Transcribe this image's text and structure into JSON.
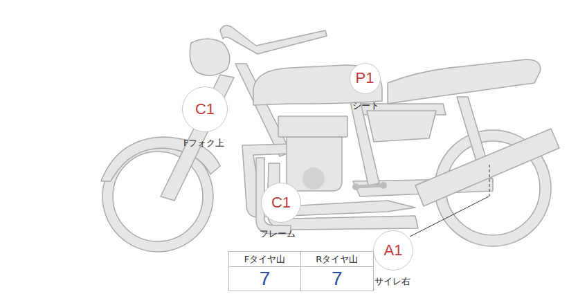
{
  "diagram": {
    "nodes": [
      {
        "text": [
          "P1",
          "シート"
        ]
      },
      {
        "text": [
          "C1",
          "Fフォク上"
        ]
      },
      {
        "text": [
          "C1",
          "フレーム"
        ]
      },
      {
        "text": [
          "A1",
          "サイレ右"
        ]
      }
    ],
    "labels": [
      "Fタイヤ山",
      "Rタイヤ山",
      "7",
      "7"
    ]
  }
}
